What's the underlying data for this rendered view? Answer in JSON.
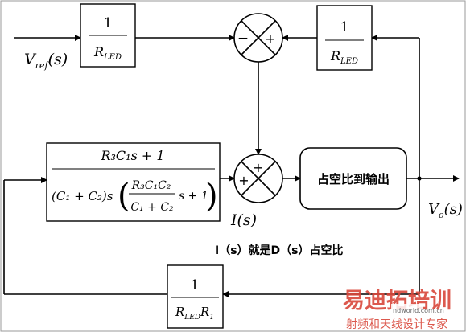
{
  "signals": {
    "input": {
      "name": "V",
      "sub": "ref",
      "arg": "(s)"
    },
    "output": {
      "name": "V",
      "sub": "o",
      "arg": "(s)"
    },
    "current": "I(s)"
  },
  "blocks": {
    "top_left": {
      "num": "1",
      "den_main": "R",
      "den_sub": "LED"
    },
    "top_right": {
      "num": "1",
      "den_main": "R",
      "den_sub": "LED"
    },
    "bottom": {
      "num": "1",
      "den_main": "R",
      "den_sub": "LED",
      "den_tail": "R",
      "den_tail_sub": "1"
    },
    "duty_to_output": "占空比到输出",
    "compensator": {
      "num": "R₃C₁s + 1",
      "den_prefix": "(C₁ + C₂)s",
      "inner_num": "R₃C₁C₂",
      "inner_den": "C₁ + C₂",
      "inner_tail": "s + 1"
    }
  },
  "summing_junctions": {
    "top": {
      "left_sign": "−",
      "right_sign": "+"
    },
    "middle": {
      "top_sign": "+",
      "left_sign": "+"
    }
  },
  "annotation": "I（s）就是D（s）占空比",
  "watermark": {
    "main": "易迪拓培训",
    "sub": "射频和天线设计专家",
    "site": "ndworld.com.cn",
    "brand_color": "#d9483b"
  }
}
